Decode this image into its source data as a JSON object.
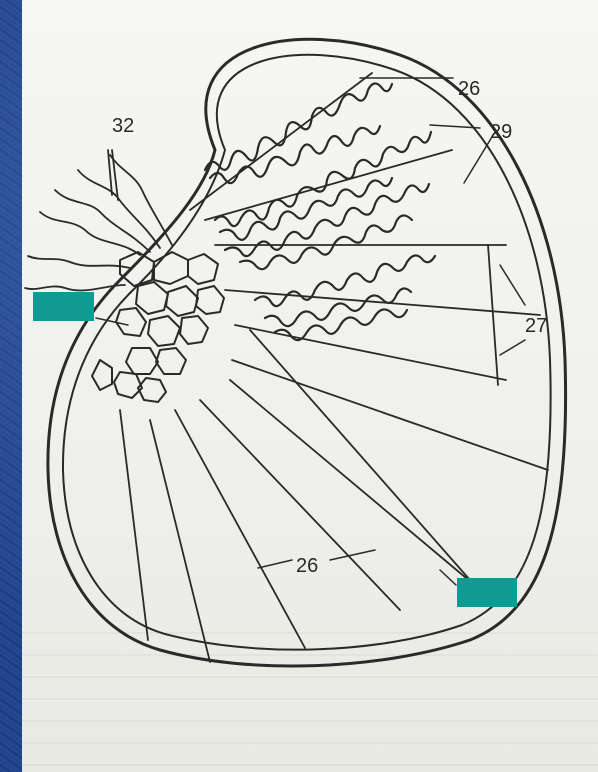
{
  "labels": {
    "label_32": "32",
    "label_26_top": "26",
    "label_29": "29",
    "label_27": "27",
    "label_26_bottom": "26"
  },
  "colors": {
    "background": "#1f4288",
    "paper": "#f2f2ef",
    "ink": "#2a2a2a",
    "label_box": "#0f9a94"
  }
}
